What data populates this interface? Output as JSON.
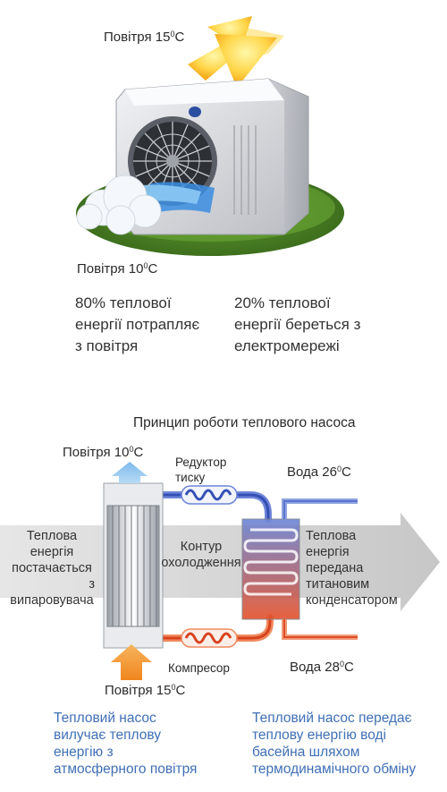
{
  "top": {
    "air_in": "Повітря 15",
    "air_in_deg": "0",
    "air_in_unit": "C",
    "air_out": "Повітря 10",
    "air_out_deg": "0",
    "air_out_unit": "C",
    "left_text": [
      "80% теплової",
      "енергії потрапляє",
      "з повітря"
    ],
    "right_text": [
      "20% теплової",
      "енергії береться з",
      "електромережі"
    ]
  },
  "diagram": {
    "title": "Принцип роботи теплового насоса",
    "air_out": "Повітря 10",
    "air_out_deg": "0",
    "air_out_unit": "C",
    "air_in": "Повітря 15",
    "air_in_deg": "0",
    "air_in_unit": "C",
    "reducer": [
      "Редуктор",
      "тиску"
    ],
    "water_out": "Вода 26",
    "water_out_deg": "0",
    "water_out_unit": "C",
    "water_in": "Вода 28",
    "water_in_deg": "0",
    "water_in_unit": "C",
    "left_heat": [
      "Теплова",
      "енергія",
      "постачається",
      "з",
      "випаровувача"
    ],
    "loop": [
      "Контур",
      "охолодження"
    ],
    "right_heat": [
      "Теплова",
      "енергія",
      "передана",
      "титановим",
      "конденсатором"
    ],
    "compressor": "Компресор",
    "note_left": [
      "Тепловий насос",
      "вилучає теплову",
      "енергію з",
      "атмосферного повітря"
    ],
    "note_right": [
      "Тепловий насос передає",
      "теплову енергію воді",
      "басейна шляхом",
      "термодинамічного обміну"
    ]
  },
  "colors": {
    "blue_text": "#3f6fb5",
    "hot": "#e8502a",
    "cold": "#3a5fc0",
    "arrow_blue": "#8ec3ee",
    "arrow_orange": "#f2922e"
  }
}
